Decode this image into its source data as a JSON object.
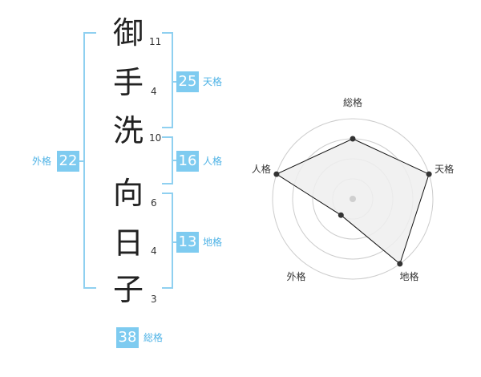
{
  "name": {
    "characters": [
      {
        "char": "御",
        "strokes": "11"
      },
      {
        "char": "手",
        "strokes": "4"
      },
      {
        "char": "洗",
        "strokes": "10"
      },
      {
        "char": "向",
        "strokes": "6"
      },
      {
        "char": "日",
        "strokes": "4"
      },
      {
        "char": "子",
        "strokes": "3"
      }
    ]
  },
  "scores": {
    "tenkaku": {
      "value": "25",
      "label": "天格"
    },
    "jinkaku": {
      "value": "16",
      "label": "人格"
    },
    "chikaku": {
      "value": "13",
      "label": "地格"
    },
    "gaikaku": {
      "value": "22",
      "label": "外格"
    },
    "soukaku": {
      "value": "38",
      "label": "総格"
    }
  },
  "chart_data": {
    "type": "radar",
    "axes": [
      "総格",
      "天格",
      "地格",
      "外格",
      "人格"
    ],
    "levels": 4,
    "values": [
      3,
      4,
      4,
      1,
      4
    ],
    "max": 4,
    "colors": {
      "fill": "#eeeeee",
      "stroke": "#111111",
      "grid": "#cccccc",
      "accent": "#7ecbf0"
    }
  }
}
